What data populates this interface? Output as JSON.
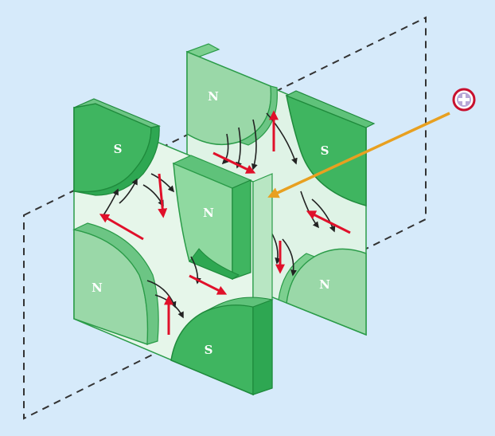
{
  "diagram": {
    "poles": {
      "back_top_left": "N",
      "back_top_right": "S",
      "back_bottom_right": "N",
      "front_top_left": "S",
      "front_center_right": "N",
      "front_bottom_left": "N",
      "front_bottom_right": "S"
    },
    "colors": {
      "background": "#d6eafa",
      "magnet_dark": "#3fb560",
      "magnet_light": "#8fd9a0",
      "magnet_edge": "#1f8a3c",
      "field_line": "#222222",
      "force_arrow": "#e0102a",
      "particle_path": "#e8a020",
      "particle_fill": "#c8102e",
      "plane_dash": "#333333"
    },
    "icons": [
      "positive-particle-icon"
    ]
  }
}
